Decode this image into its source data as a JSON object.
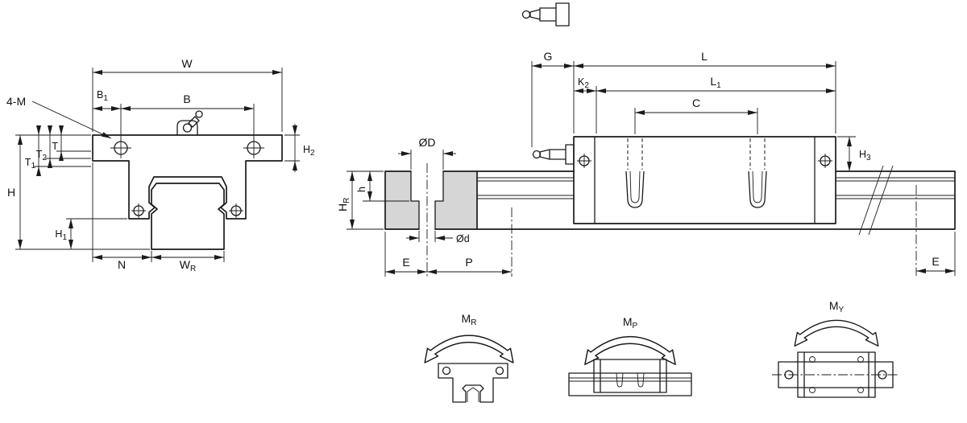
{
  "colors": {
    "line": "#1a1a1a",
    "section_fill": "#d6d6d6",
    "background": "#ffffff"
  },
  "front_view": {
    "w": "W",
    "b": "B",
    "b1": {
      "main": "B",
      "sub": "1"
    },
    "four_m": "4-M",
    "h2": {
      "main": "H",
      "sub": "2"
    },
    "t1": {
      "main": "T",
      "sub": "1"
    },
    "t2": {
      "main": "T",
      "sub": "2"
    },
    "t": "T",
    "h": "H",
    "h1": {
      "main": "H",
      "sub": "1"
    },
    "n": "N",
    "wr": {
      "main": "W",
      "sub": "R"
    }
  },
  "hole_section": {
    "od_major": "ØD",
    "depth": "h",
    "hr": {
      "main": "H",
      "sub": "R"
    },
    "od_minor": "Ød",
    "e": "E",
    "p": "P"
  },
  "side_view": {
    "g": "G",
    "l": "L",
    "k2": {
      "main": "K",
      "sub": "2"
    },
    "l1": {
      "main": "L",
      "sub": "1"
    },
    "c": "C",
    "h3": {
      "main": "H",
      "sub": "3"
    },
    "e": "E"
  },
  "moments": {
    "mr": {
      "main": "M",
      "sub": "R"
    },
    "mp": {
      "main": "M",
      "sub": "P"
    },
    "my": {
      "main": "M",
      "sub": "Y"
    }
  }
}
